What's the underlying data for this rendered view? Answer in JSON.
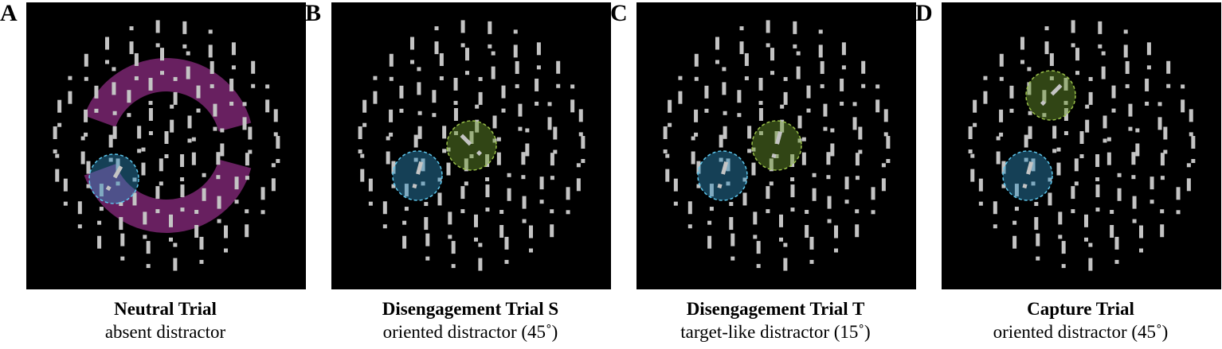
{
  "panels": [
    {
      "letter": "A",
      "title": "Neutral Trial",
      "subtitle": "absent distractor",
      "target_orientation_deg": 30,
      "distractor_orientation_deg": null,
      "has_ring": true,
      "colors": {
        "ring": "#8b2b80",
        "target": "#2f8fbf",
        "distractor": "#6d9a2e"
      }
    },
    {
      "letter": "B",
      "title": "Disengagement Trial S",
      "subtitle": "oriented distractor (45˚)",
      "target_orientation_deg": 15,
      "distractor_orientation_deg": -45,
      "has_ring": false,
      "colors": {
        "ring": "#8b2b80",
        "target": "#2f8fbf",
        "distractor": "#6d9a2e"
      }
    },
    {
      "letter": "C",
      "title": "Disengagement Trial T",
      "subtitle": "target-like distractor (15˚)",
      "target_orientation_deg": 15,
      "distractor_orientation_deg": 15,
      "has_ring": false,
      "colors": {
        "ring": "#8b2b80",
        "target": "#2f8fbf",
        "distractor": "#6d9a2e"
      }
    },
    {
      "letter": "D",
      "title": "Capture Trial",
      "subtitle": "oriented distractor (45˚)",
      "target_orientation_deg": 15,
      "distractor_orientation_deg": 45,
      "has_ring": false,
      "colors": {
        "ring": "#8b2b80",
        "target": "#2f8fbf",
        "distractor": "#6d9a2e"
      }
    }
  ]
}
